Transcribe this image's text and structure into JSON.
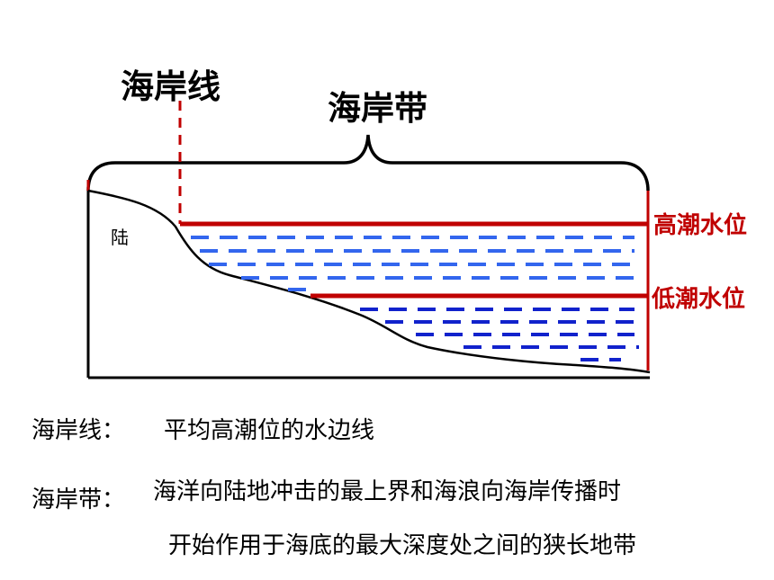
{
  "labels": {
    "coastline_title": "海岸线",
    "coastal_zone_title": "海岸带",
    "land": "陆",
    "high_tide": "高潮水位",
    "low_tide": "低潮水位"
  },
  "definitions": {
    "coastline_term": "海岸线：",
    "coastline_text": "平均高潮位的水边线",
    "zone_term": "海岸带：",
    "zone_text_line1": "海洋向陆地冲击的最上界和海浪向海岸传播时",
    "zone_text_line2": "开始作用于海底的最大深度处之间的狭长地带"
  },
  "colors": {
    "tide_line": "#c00000",
    "water_dashes": "#3366ee",
    "water_dashes_deep": "#1122cc",
    "outline": "#000000"
  }
}
